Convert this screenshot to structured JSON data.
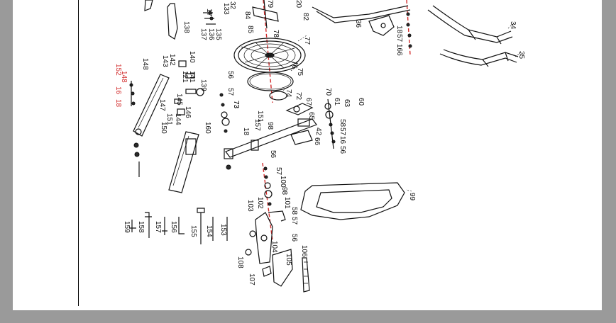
{
  "diagram": {
    "labels": {
      "l1": "17",
      "l2": "32",
      "l3": "133",
      "l4": "138",
      "l5": "135",
      "l6": "136",
      "l7": "137",
      "l8": "84",
      "l9": "85",
      "l10": "79",
      "l11": "82",
      "l12": "20",
      "l13": "78",
      "l14": "77",
      "l15": "76",
      "l16": "75",
      "l17": "74",
      "l18": "73",
      "l19": "72",
      "l20": "67",
      "l21": "65",
      "l22": "42",
      "l23": "66",
      "l24": "70",
      "l25": "61",
      "l26": "63",
      "l27": "60",
      "l28": "58",
      "l29": "57",
      "l30": "16",
      "l31": "56",
      "l32": "36",
      "l33": "18",
      "l34": "57",
      "l35": "166",
      "l36": "34",
      "l37": "35",
      "l38": "148",
      "l39": "143",
      "l40": "142",
      "l41": "140",
      "l42": "141",
      "l43": "121",
      "l44": "139",
      "l45": "147",
      "l46": "151",
      "l47": "150",
      "l48": "145",
      "l49": "146",
      "l50": "144",
      "l51": "160",
      "l52": "56",
      "l53": "57",
      "l54": "73",
      "l55": "151",
      "l56": "18",
      "l57": "157",
      "l58": "98",
      "l59": "56",
      "l60": "57",
      "l61": "100",
      "l62": "98",
      "l63": "101",
      "l64": "103",
      "l65": "102",
      "l66": "58",
      "l67": "57",
      "l68": "56",
      "l69": "99",
      "l70": "104",
      "l71": "108",
      "l72": "107",
      "l73": "105",
      "l74": "106",
      "l75": "159",
      "l76": "158",
      "l77": "157",
      "l78": "156",
      "l79": "155",
      "l80": "154",
      "l81": "153",
      "r1": "152",
      "r2": "148",
      "r3": "16",
      "r4": "18"
    }
  }
}
